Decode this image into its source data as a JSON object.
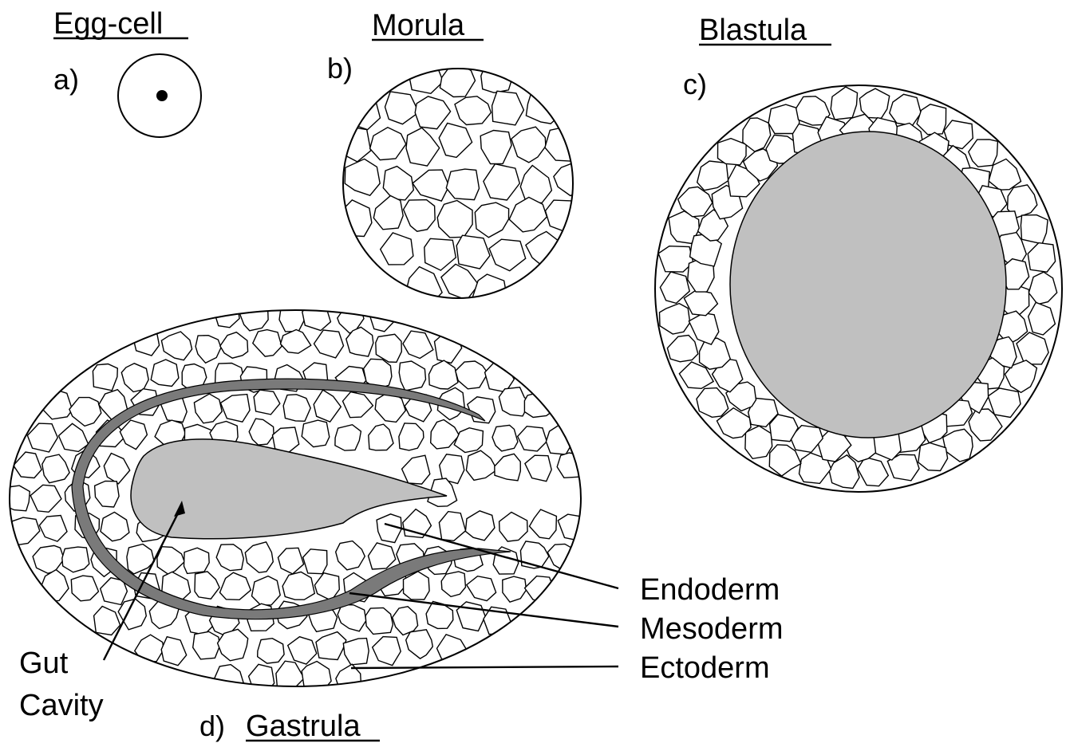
{
  "egg": {
    "letter": "a)",
    "title": "Egg-cell"
  },
  "morula": {
    "letter": "b)",
    "title": "Morula"
  },
  "blastula": {
    "letter": "c)",
    "title": "Blastula"
  },
  "gastrula": {
    "letter": "d)",
    "title": "Gastrula",
    "labels": {
      "endoderm": "Endoderm",
      "mesoderm": "Mesoderm",
      "ectoderm": "Ectoderm",
      "gut_line1": "Gut",
      "gut_line2": "Cavity"
    }
  },
  "colors": {
    "cavity_fill": "#c0c0c0",
    "mesoderm_fill": "#7a7a7a",
    "line": "#000000",
    "background": "#ffffff"
  }
}
